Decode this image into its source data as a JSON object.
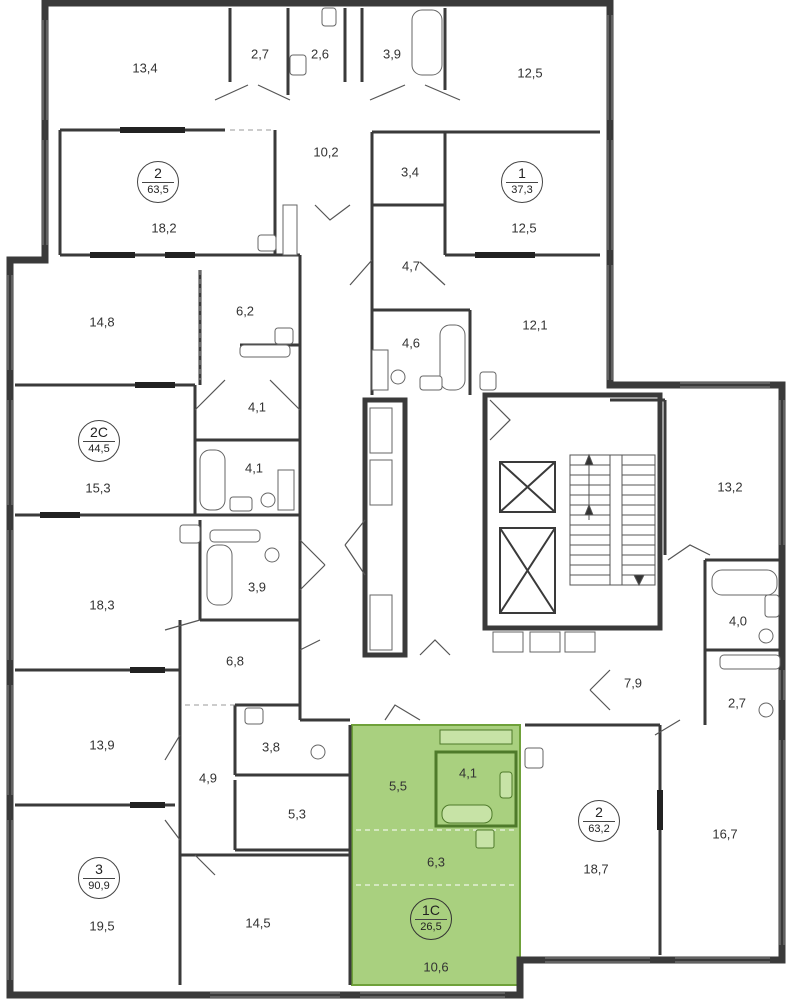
{
  "colors": {
    "wall": "#3a3a3a",
    "thin": "#8a8a8a",
    "highlight": "#a9d07f",
    "highlight_edge": "#6fa13a"
  },
  "apartments": {
    "apt_2_top": {
      "type": "2",
      "area": "63,5"
    },
    "apt_1": {
      "type": "1",
      "area": "37,3"
    },
    "apt_2c": {
      "type": "2С",
      "area": "44,5"
    },
    "apt_2_right": {
      "type": "2",
      "area": "63,2"
    },
    "apt_3": {
      "type": "3",
      "area": "90,9"
    },
    "apt_1c": {
      "type": "1С",
      "area": "26,5",
      "selected": true
    }
  },
  "rooms": {
    "r134": "13,4",
    "r27a": "2,7",
    "r26": "2,6",
    "r39a": "3,9",
    "r125a": "12,5",
    "r102": "10,2",
    "r182": "18,2",
    "r34": "3,4",
    "r125b": "12,5",
    "r148": "14,8",
    "r62": "6,2",
    "r47": "4,7",
    "r46": "4,6",
    "r121": "12,1",
    "r41a": "4,1",
    "r41b": "4,1",
    "r153": "15,3",
    "r132": "13,2",
    "r183": "18,3",
    "r39b": "3,9",
    "r40": "4,0",
    "r68": "6,8",
    "r79": "7,9",
    "r27b": "2,7",
    "r139": "13,9",
    "r38": "3,8",
    "r55": "5,5",
    "r41c": "4,1",
    "r49": "4,9",
    "r53": "5,3",
    "r63": "6,3",
    "r187": "18,7",
    "r167": "16,7",
    "r195": "19,5",
    "r145": "14,5",
    "r106": "10,6"
  }
}
